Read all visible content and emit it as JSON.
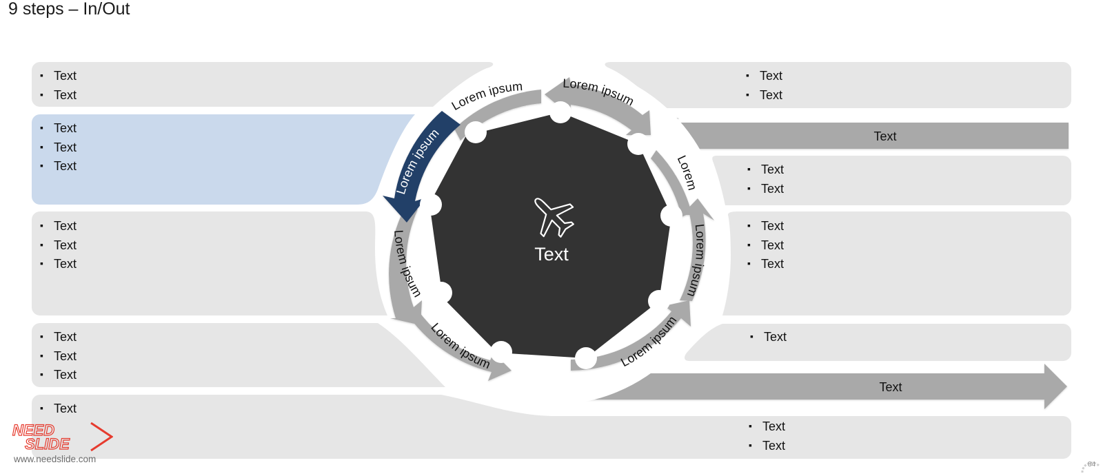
{
  "title": "9 steps – In/Out",
  "center": {
    "label": "Text",
    "icon": "airplane-icon"
  },
  "arrow_labels": [
    "Lorem ipsum",
    "Lorem ipsum",
    "Lorem ipsum",
    "Lorem ipsum",
    "Lorem ipsum",
    "Lorem ipsum",
    "Lorem ipsum",
    "Lorem"
  ],
  "panels": {
    "left1": [
      "Text",
      "Text"
    ],
    "left2": [
      "Text",
      "Text",
      "Text"
    ],
    "left3": [
      "Text",
      "Text",
      "Text"
    ],
    "left4": [
      "Text",
      "Text",
      "Text"
    ],
    "left5": [
      "Text"
    ],
    "right1": [
      "Text",
      "Text"
    ],
    "right2": [
      "Text",
      "Text"
    ],
    "right3": [
      "Text",
      "Text",
      "Text"
    ],
    "right4": [
      "Text"
    ],
    "bottom_right": [
      "Text",
      "Text"
    ]
  },
  "in_arrow_label": "Text",
  "out_arrow_label": "Text",
  "logo": {
    "line1": "NEED",
    "line2": "SLIDE"
  },
  "website": "www.needslide.com",
  "page_number": "84",
  "colors": {
    "panel": "#e6e6e6",
    "highlight_panel": "#cad9ec",
    "arrow": "#a9a9a9",
    "active_arrow": "#243f68",
    "center": "#333333",
    "ring": "#ffffff"
  }
}
